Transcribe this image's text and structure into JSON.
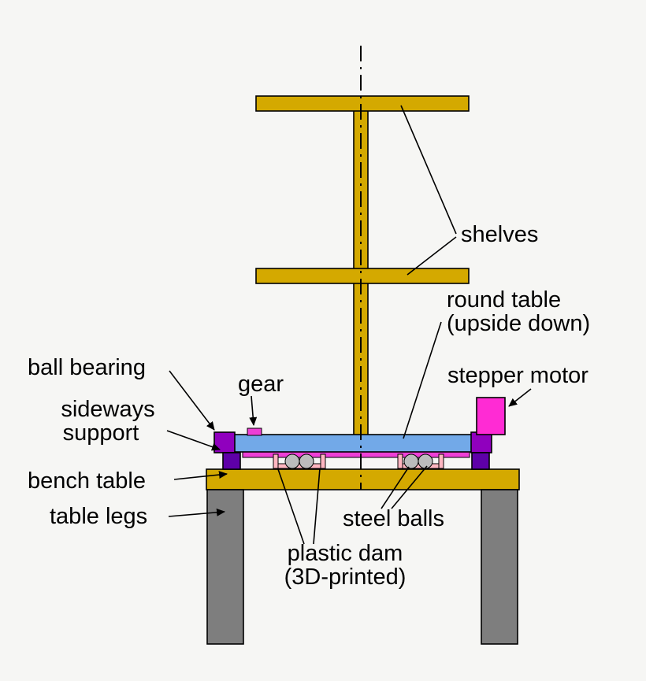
{
  "diagram": {
    "labels": {
      "shelves": "shelves",
      "round_table_line1": "round table",
      "round_table_line2": "(upside down)",
      "stepper_motor": "stepper motor",
      "ball_bearing": "ball bearing",
      "gear": "gear",
      "sideways_support_line1": "sideways",
      "sideways_support_line2": "support",
      "bench_table": "bench table",
      "table_legs": "table legs",
      "steel_balls": "steel balls",
      "plastic_dam_line1": "plastic dam",
      "plastic_dam_line2": "(3D-printed)"
    },
    "colors": {
      "background": "#F6F6F4",
      "wood_gold": "#D4A900",
      "round_table_blue": "#72A9E8",
      "ball_bearing_purple": "#9000BE",
      "sideways_support_purple": "#5E00A8",
      "stepper_motor_magenta": "#FF2BD4",
      "gear_magenta": "#EE3FD6",
      "table_leg_gray": "#7E7E7E",
      "steel_ball_gray": "#BCBCBC",
      "plastic_dam_pink": "#FFB6C0",
      "outline_black": "#000000"
    }
  }
}
